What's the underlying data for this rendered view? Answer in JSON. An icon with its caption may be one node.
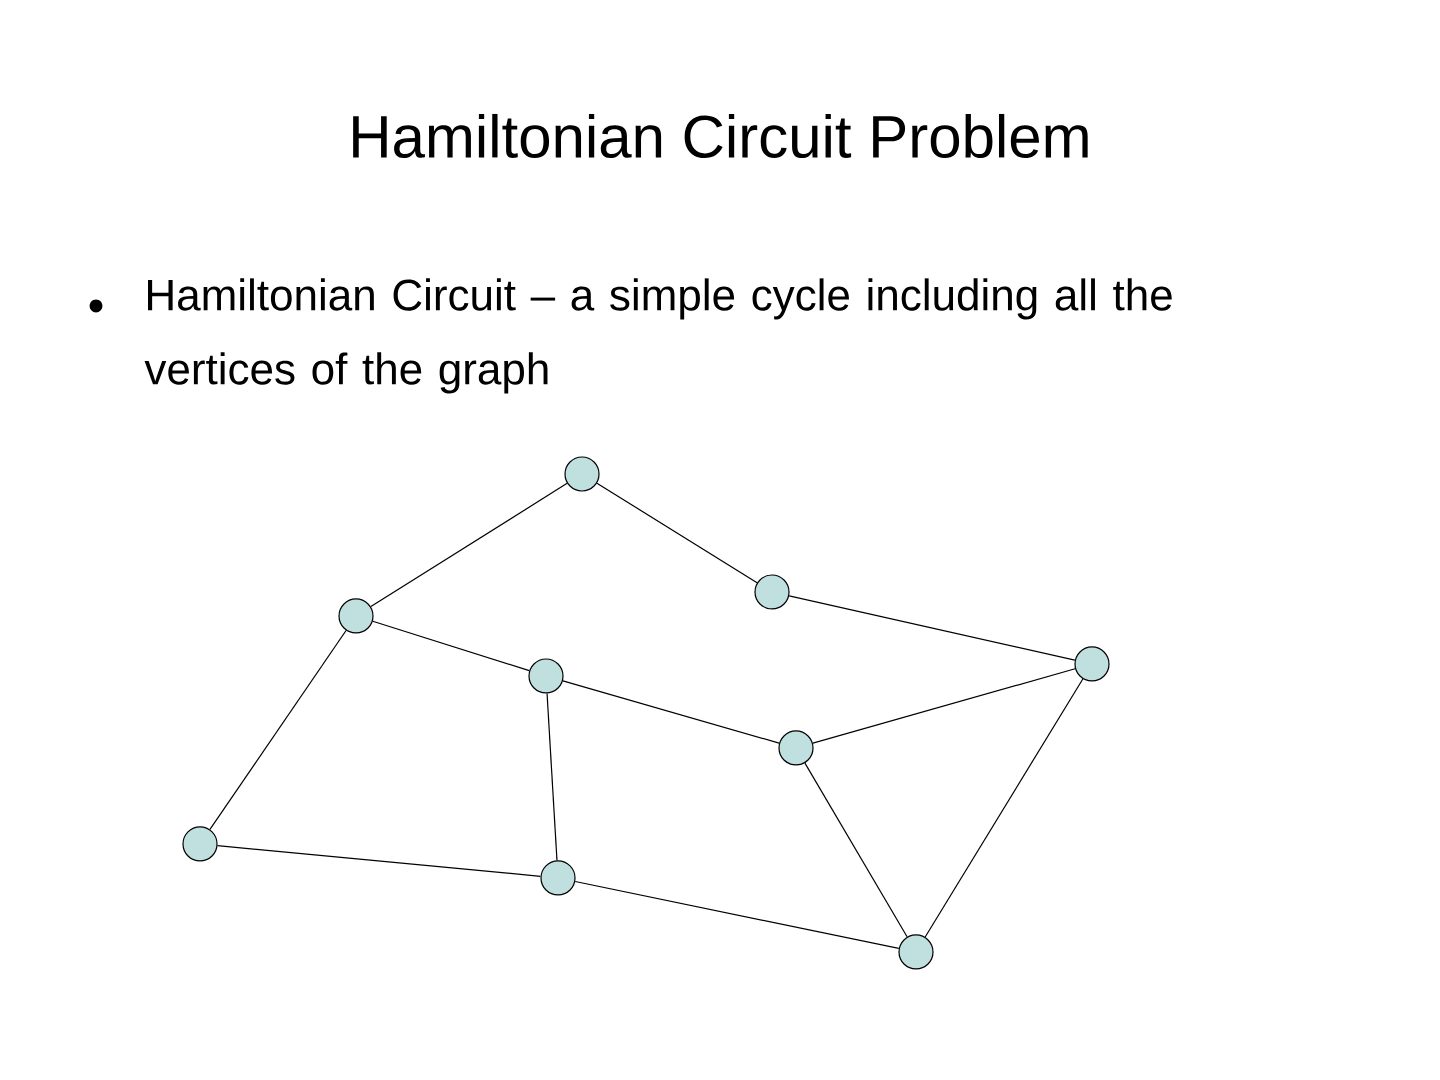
{
  "diagram": {
    "title": "Hamiltonian Circuit Problem",
    "nodes": [
      {
        "text": [],
        "shape": "circle"
      },
      {
        "text": [],
        "shape": "circle"
      },
      {
        "text": [],
        "shape": "circle"
      },
      {
        "text": [],
        "shape": "circle"
      },
      {
        "text": [],
        "shape": "circle"
      },
      {
        "text": [],
        "shape": "circle"
      },
      {
        "text": [],
        "shape": "circle"
      },
      {
        "text": [],
        "shape": "circle"
      },
      {
        "text": [],
        "shape": "circle"
      }
    ],
    "edges": [
      {
        "from": 0,
        "to": 1,
        "arrow": "none"
      },
      {
        "from": 0,
        "to": 2,
        "arrow": "none"
      },
      {
        "from": 2,
        "to": 3,
        "arrow": "none"
      },
      {
        "from": 1,
        "to": 4,
        "arrow": "none"
      },
      {
        "from": 1,
        "to": 6,
        "arrow": "none"
      },
      {
        "from": 4,
        "to": 5,
        "arrow": "none"
      },
      {
        "from": 4,
        "to": 7,
        "arrow": "none"
      },
      {
        "from": 5,
        "to": 3,
        "arrow": "none"
      },
      {
        "from": 5,
        "to": 8,
        "arrow": "none"
      },
      {
        "from": 3,
        "to": 8,
        "arrow": "none"
      },
      {
        "from": 6,
        "to": 7,
        "arrow": "none"
      },
      {
        "from": 7,
        "to": 8,
        "arrow": "none"
      }
    ],
    "labels": [
      "Hamiltonian Circuit – a simple cycle including all the vertices of the graph"
    ]
  }
}
